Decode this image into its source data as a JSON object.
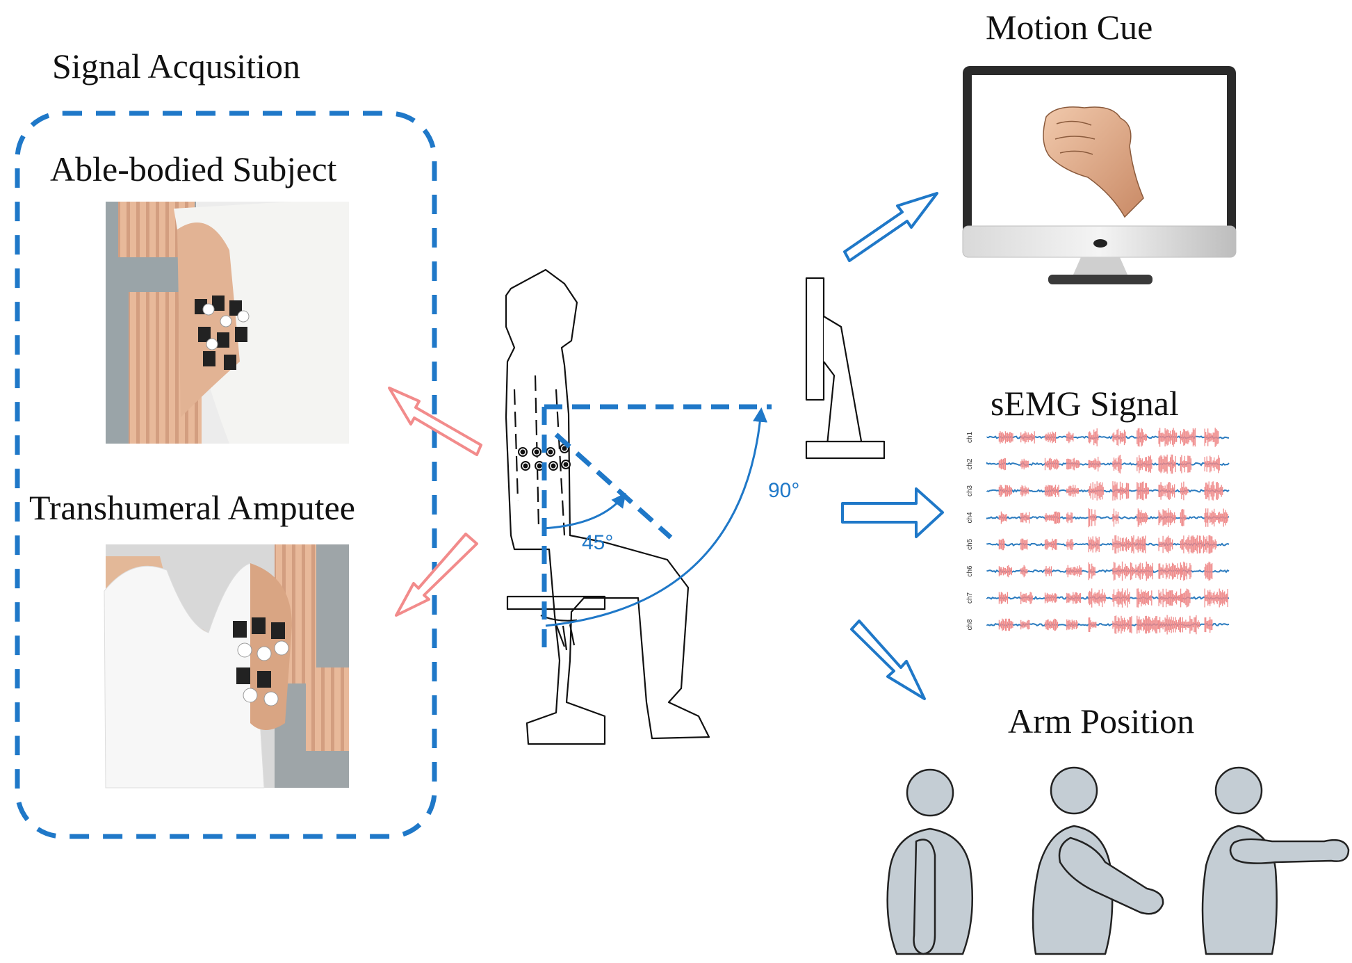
{
  "labels": {
    "signal_acquisition": "Signal Acqusition",
    "able_bodied": "Able-bodied Subject",
    "transhumeral": "Transhumeral Amputee",
    "motion_cue": "Motion Cue",
    "semg_signal": "sEMG Signal",
    "arm_position": "Arm Position",
    "angle_90": "90°",
    "angle_45": "45°"
  },
  "semg": {
    "channels": [
      "ch1",
      "ch2",
      "ch3",
      "ch4",
      "ch5",
      "ch6",
      "ch7",
      "ch8"
    ]
  },
  "colors": {
    "accent_blue": "#1f78c8",
    "semg_blue": "#2b7bbf",
    "semg_red": "#ef8a8a",
    "pink_arrow": "#f28b8b",
    "figure_gray": "#c4cdd4",
    "skin": "#e8b99a"
  },
  "icons": [
    "hand-fist-icon",
    "monitor-icon"
  ]
}
